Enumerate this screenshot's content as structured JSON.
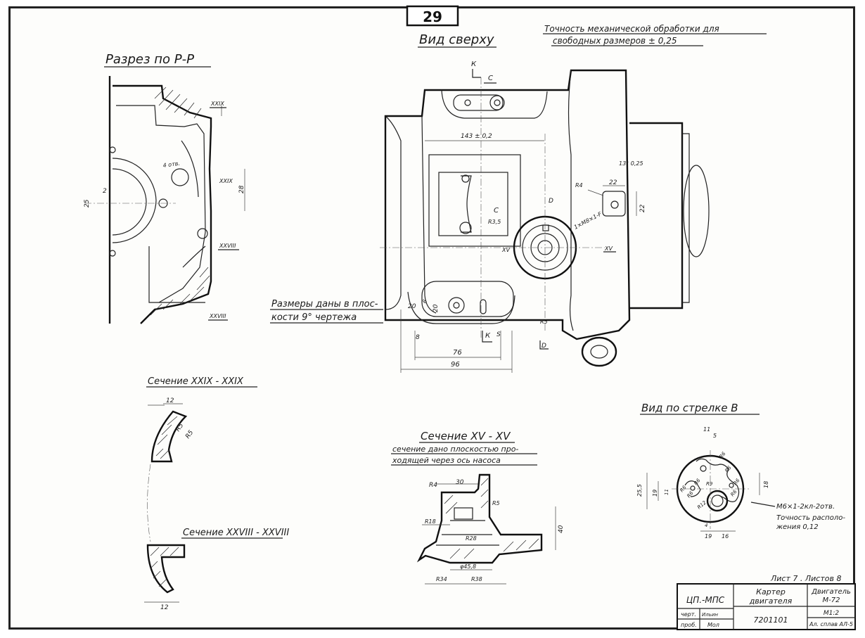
{
  "page_number": "29",
  "views": {
    "section_pp": "Разрез по Р-Р",
    "top_view": "Вид сверху",
    "arrow_view": "Вид по стрелке В",
    "section_xxix": "Сечение XXIX - XXIX",
    "section_xxviii": "Сечение XXVIII - XXVIII",
    "section_xv": "Сечение XV - XV",
    "section_xv_note_1": "сечение дано плоскостью про-",
    "section_xv_note_2": "ходящей через ось насоса"
  },
  "notes": {
    "tolerance_1": "Точность механической обработки для",
    "tolerance_2": "свободных размеров ± 0,25",
    "plane_1": "Размеры даны в плос-",
    "plane_2": "кости 9° чертежа",
    "thread": "М6×1-2кл-2отв.",
    "position_1": "Точность располо-",
    "position_2": "жения 0,12",
    "sheet": "Лист 7 . Листов 8"
  },
  "markers": {
    "section_pp_marks": [
      "XXIX",
      "XXIX",
      "XXVIII",
      "XXVIII"
    ],
    "top_view_letters": [
      "К",
      "С",
      "С",
      "D",
      "К",
      "S",
      "D"
    ],
    "xv": "XV"
  },
  "dimensions": {
    "pp": [
      "25",
      "2",
      "4 отв.",
      "28"
    ],
    "top": [
      "143 ± 0,2",
      "13° 0,25",
      "22",
      "22",
      "R4",
      "1×М8×1-F",
      "R3,5",
      "20",
      "20",
      "6",
      "76",
      "96",
      "8",
      "R5"
    ],
    "xxix": [
      "12",
      "R5",
      "R5"
    ],
    "xxviii": [
      "12"
    ],
    "xv": [
      "R4",
      "30",
      "R18",
      "R28",
      "R5",
      "40",
      "φ45,8",
      "R34",
      "R38"
    ],
    "arrow": [
      "11",
      "5",
      "25,5",
      "19",
      "11",
      "R6",
      "R6",
      "R6",
      "R6",
      "R6",
      "R6",
      "R6",
      "R9",
      "R12",
      "18",
      "4",
      "19",
      "16"
    ]
  },
  "title_block": {
    "org": "ЦП.-МПС",
    "part_1": "Картер",
    "part_2": "двигателя",
    "product_1": "Двигатель",
    "product_2": "М-72",
    "drawn": "черт.",
    "checked": "проб.",
    "drawn_sign": "Ильин",
    "checked_sign": "Мол",
    "scale": "М1:2",
    "number": "7201101",
    "material": "Ал. сплав АЛ-5"
  }
}
